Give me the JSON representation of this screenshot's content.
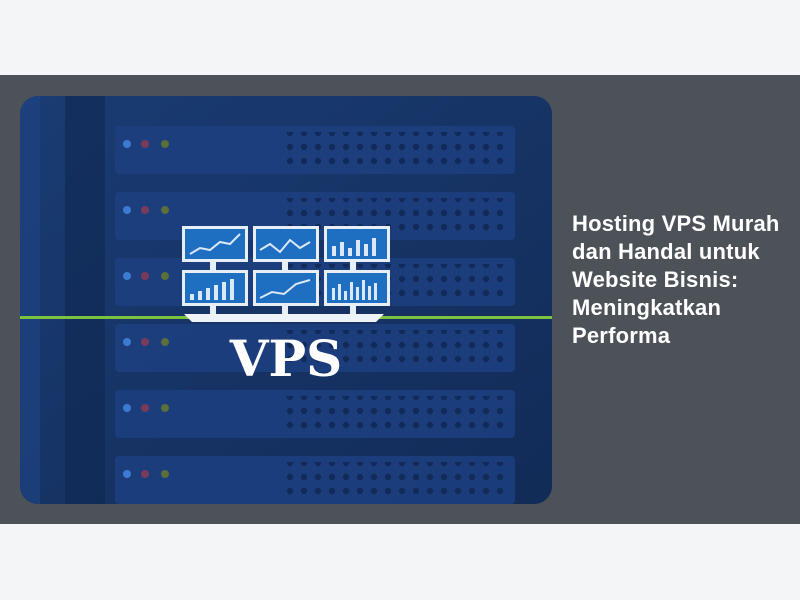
{
  "article": {
    "title": "Hosting VPS Murah dan Handal untuk Website Bisnis: Meningkatkan Performa",
    "image": {
      "badge_text": "VPS",
      "icon": "server-monitors-illustration"
    }
  },
  "colors": {
    "page_bg": "#f4f5f7",
    "band_bg": "#4d5259",
    "image_bg": "#163567",
    "accent_line": "#7cc241",
    "title_text": "#ffffff"
  }
}
